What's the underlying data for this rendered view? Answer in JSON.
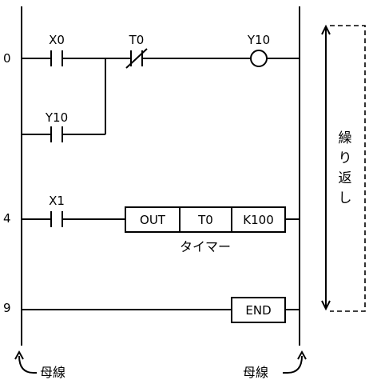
{
  "rungs": [
    {
      "step": "0",
      "contact": "X0",
      "nc_contact": "T0",
      "coil": "Y10"
    },
    {
      "parallel_contact": "Y10"
    },
    {
      "step": "4",
      "contact": "X1",
      "instruction": [
        "OUT",
        "T0",
        "K100"
      ],
      "caption": "タイマー"
    },
    {
      "step": "9",
      "instruction": "END"
    }
  ],
  "labels": {
    "left_bus": "母線",
    "right_bus": "母線",
    "repeat": [
      "繰",
      "り",
      "返",
      "し"
    ]
  }
}
